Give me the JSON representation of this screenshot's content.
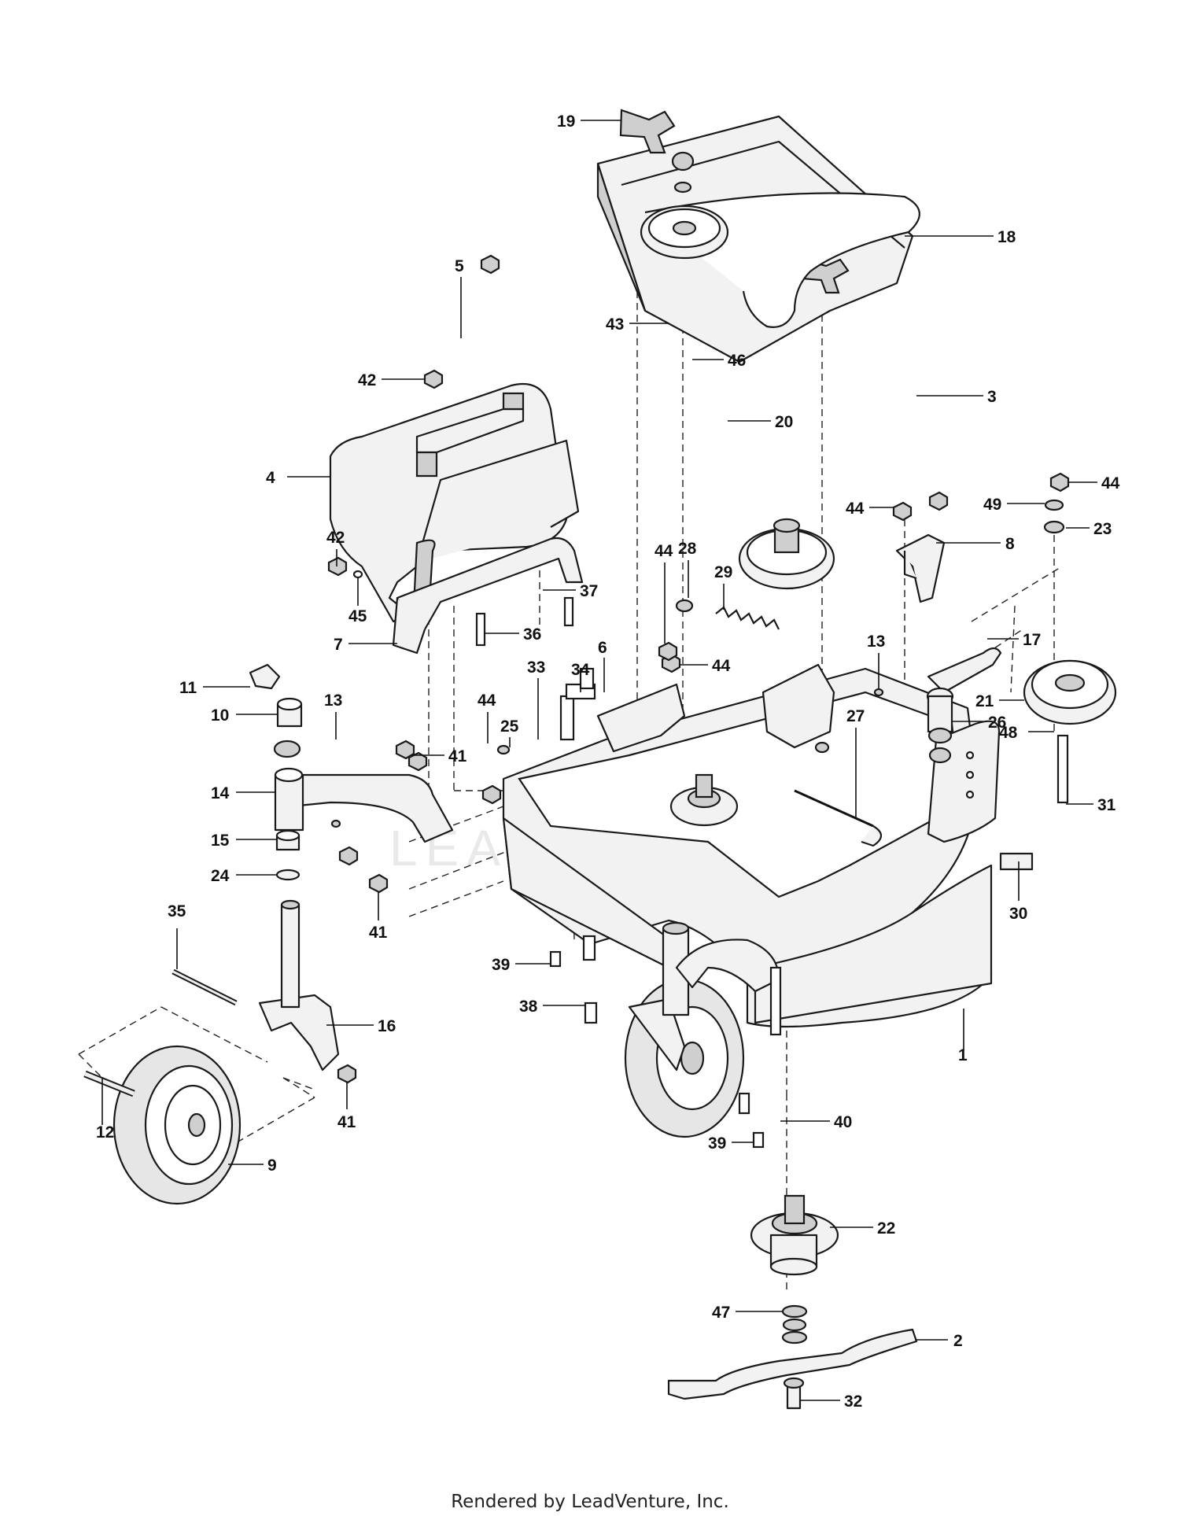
{
  "footer": "Rendered by LeadVenture, Inc.",
  "watermark": "LEADVENTURE",
  "callouts": [
    "1",
    "2",
    "3",
    "4",
    "5",
    "6",
    "7",
    "8",
    "9",
    "10",
    "11",
    "12",
    "13",
    "13",
    "14",
    "15",
    "16",
    "17",
    "18",
    "19",
    "20",
    "21",
    "22",
    "23",
    "24",
    "25",
    "26",
    "27",
    "28",
    "29",
    "30",
    "31",
    "32",
    "33",
    "34",
    "35",
    "36",
    "37",
    "38",
    "39",
    "39",
    "40",
    "41",
    "41",
    "41",
    "42",
    "42",
    "43",
    "44",
    "44",
    "44",
    "44",
    "44",
    "45",
    "46",
    "47",
    "48",
    "49"
  ]
}
